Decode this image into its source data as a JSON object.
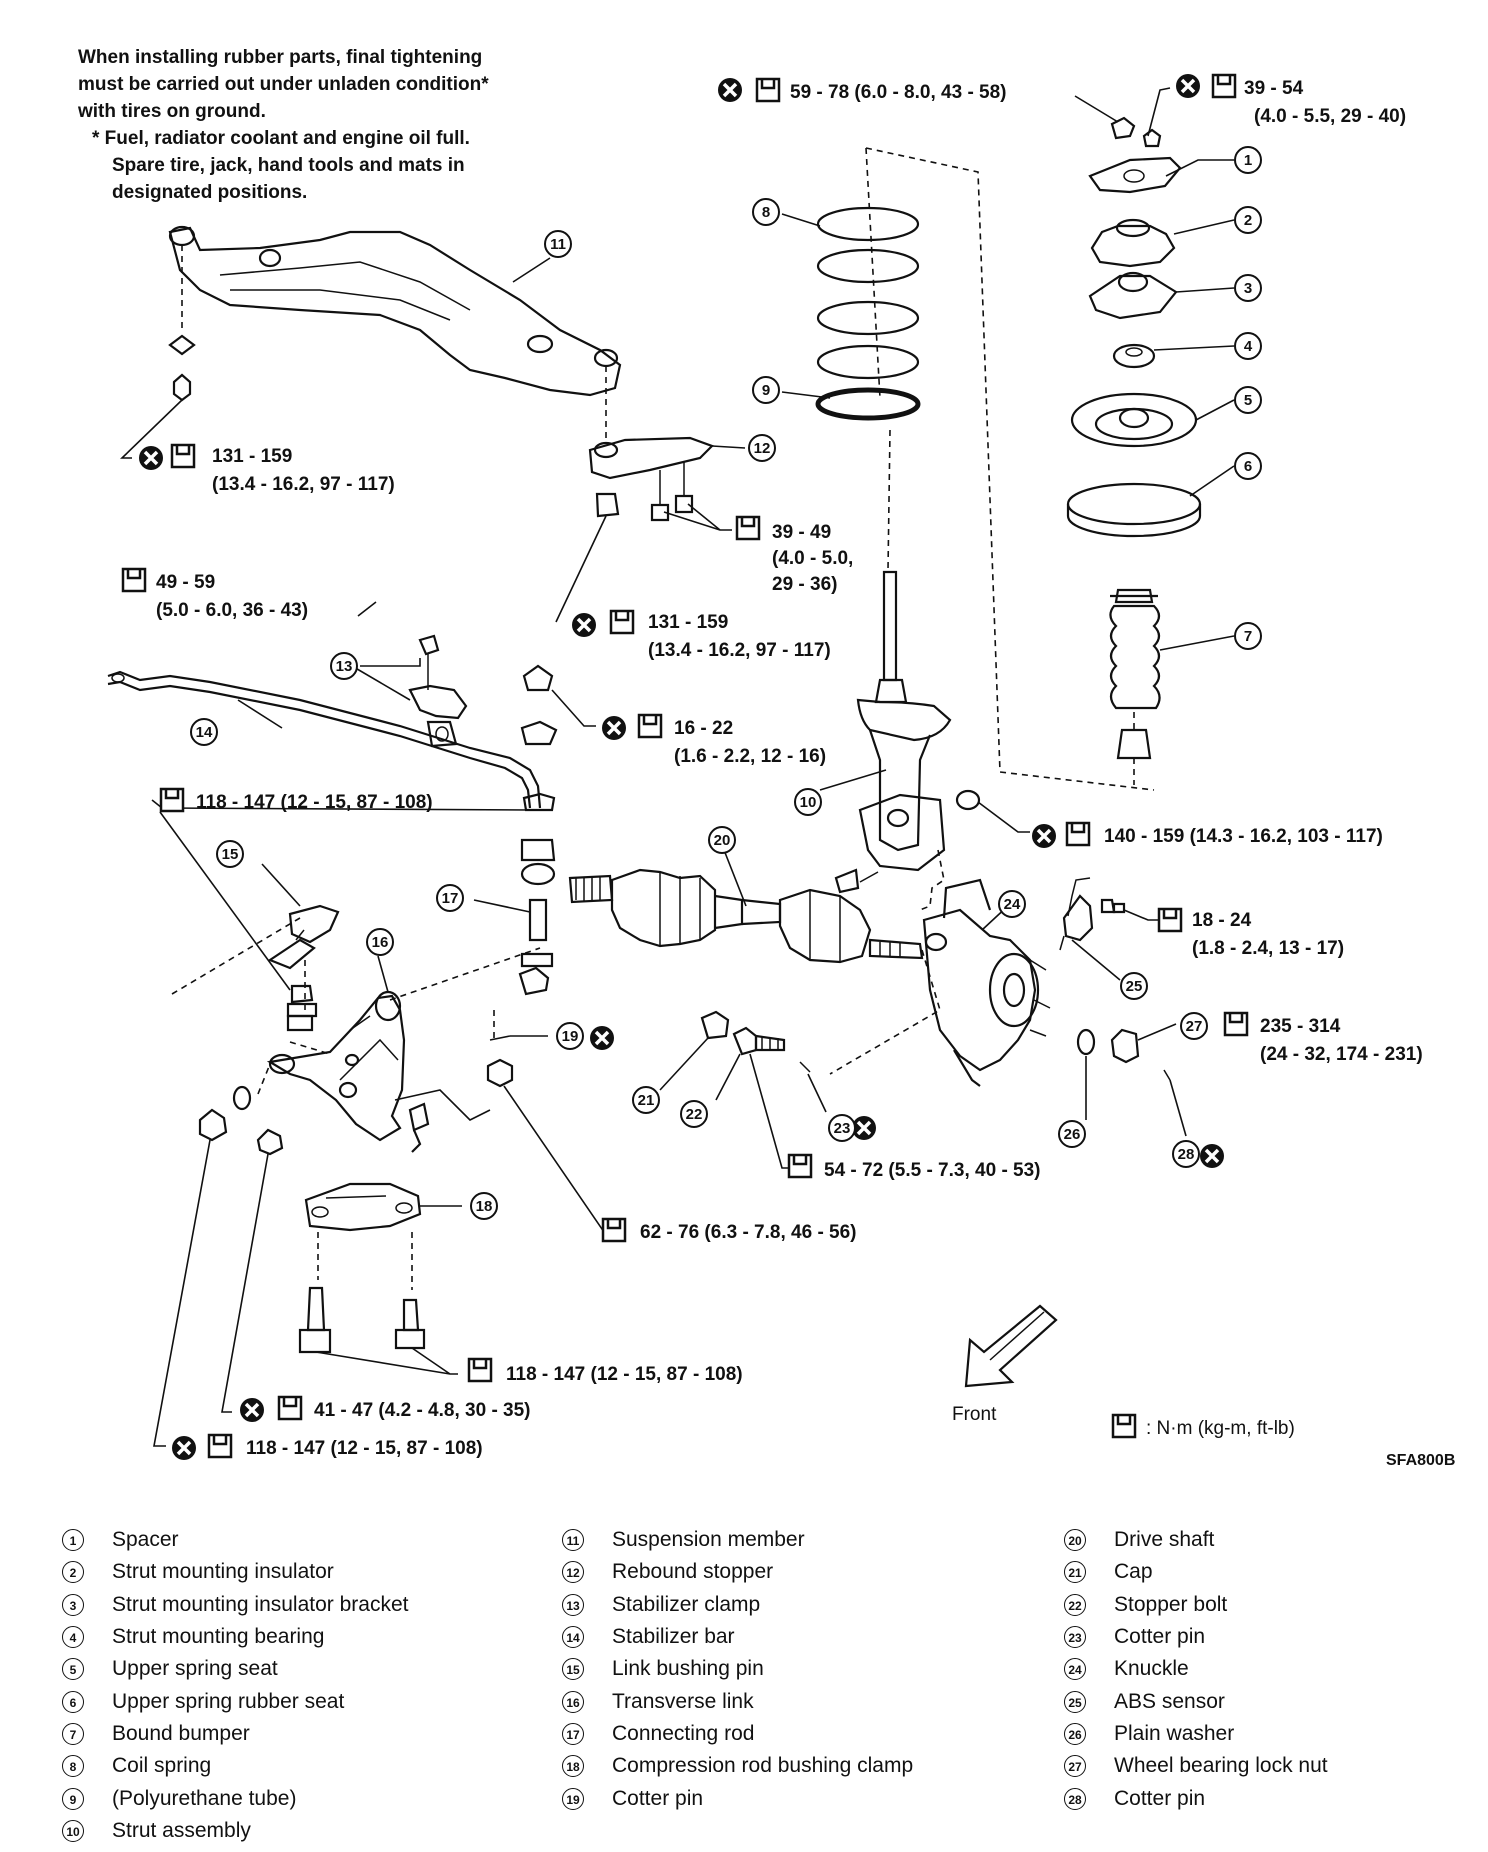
{
  "note": {
    "line1": "When installing rubber parts, final tightening",
    "line2": "must be carried out under unladen condition*",
    "line3": "with tires on ground.",
    "line4": "*  Fuel, radiator coolant and engine oil full.",
    "line5": "Spare tire, jack, hand tools and mats in",
    "line6": "designated positions."
  },
  "torques": {
    "t1a": "59 - 78 (6.0 - 8.0, 43 - 58)",
    "t2a": "39 - 54",
    "t2b": "(4.0 - 5.5, 29 - 40)",
    "t3a": "131 - 159",
    "t3b": "(13.4 - 16.2, 97 - 117)",
    "t4a": "39 - 49",
    "t4b": "(4.0 - 5.0,",
    "t4c": "29 - 36)",
    "t5a": "49 - 59",
    "t5b": "(5.0 - 6.0, 36 - 43)",
    "t6a": "131 - 159",
    "t6b": "(13.4 - 16.2, 97 - 117)",
    "t7a": "16 - 22",
    "t7b": "(1.6 - 2.2, 12 - 16)",
    "t8": "118 - 147 (12 - 15, 87 - 108)",
    "t9": "140 - 159 (14.3 - 16.2, 103 - 117)",
    "t10a": "18 - 24",
    "t10b": "(1.8 - 2.4, 13 - 17)",
    "t11a": "235 - 314",
    "t11b": "(24 - 32, 174 - 231)",
    "t12": "54 - 72 (5.5 - 7.3, 40 - 53)",
    "t13": "62 - 76 (6.3 - 7.8, 46 - 56)",
    "t14": "118 - 147 (12 - 15, 87 - 108)",
    "t15": "41 - 47 (4.2 - 4.8, 30 - 35)",
    "t16": "118 - 147 (12 - 15, 87 - 108)"
  },
  "front_label": "Front",
  "unit_label": ": N·m (kg-m, ft-lb)",
  "figure_code": "SFA800B",
  "callouts": [
    "1",
    "2",
    "3",
    "4",
    "5",
    "6",
    "7",
    "8",
    "9",
    "10",
    "11",
    "12",
    "13",
    "14",
    "15",
    "16",
    "17",
    "18",
    "19",
    "20",
    "21",
    "22",
    "23",
    "24",
    "25",
    "26",
    "27",
    "28"
  ],
  "legend": {
    "col1": [
      {
        "num": "1",
        "label": "Spacer"
      },
      {
        "num": "2",
        "label": "Strut mounting insulator"
      },
      {
        "num": "3",
        "label": "Strut mounting insulator bracket"
      },
      {
        "num": "4",
        "label": "Strut mounting bearing"
      },
      {
        "num": "5",
        "label": "Upper spring seat"
      },
      {
        "num": "6",
        "label": "Upper spring rubber seat"
      },
      {
        "num": "7",
        "label": "Bound bumper"
      },
      {
        "num": "8",
        "label": "Coil spring"
      },
      {
        "num": "9",
        "label": "(Polyurethane tube)"
      },
      {
        "num": "10",
        "label": "Strut assembly"
      }
    ],
    "col2": [
      {
        "num": "11",
        "label": "Suspension member"
      },
      {
        "num": "12",
        "label": "Rebound stopper"
      },
      {
        "num": "13",
        "label": "Stabilizer clamp"
      },
      {
        "num": "14",
        "label": "Stabilizer bar"
      },
      {
        "num": "15",
        "label": "Link bushing pin"
      },
      {
        "num": "16",
        "label": "Transverse link"
      },
      {
        "num": "17",
        "label": "Connecting rod"
      },
      {
        "num": "18",
        "label": "Compression rod bushing clamp"
      },
      {
        "num": "19",
        "label": "Cotter pin"
      }
    ],
    "col3": [
      {
        "num": "20",
        "label": "Drive shaft"
      },
      {
        "num": "21",
        "label": "Cap"
      },
      {
        "num": "22",
        "label": "Stopper bolt"
      },
      {
        "num": "23",
        "label": "Cotter pin"
      },
      {
        "num": "24",
        "label": "Knuckle"
      },
      {
        "num": "25",
        "label": "ABS sensor"
      },
      {
        "num": "26",
        "label": "Plain washer"
      },
      {
        "num": "27",
        "label": "Wheel bearing lock nut"
      },
      {
        "num": "28",
        "label": "Cotter pin"
      }
    ]
  }
}
